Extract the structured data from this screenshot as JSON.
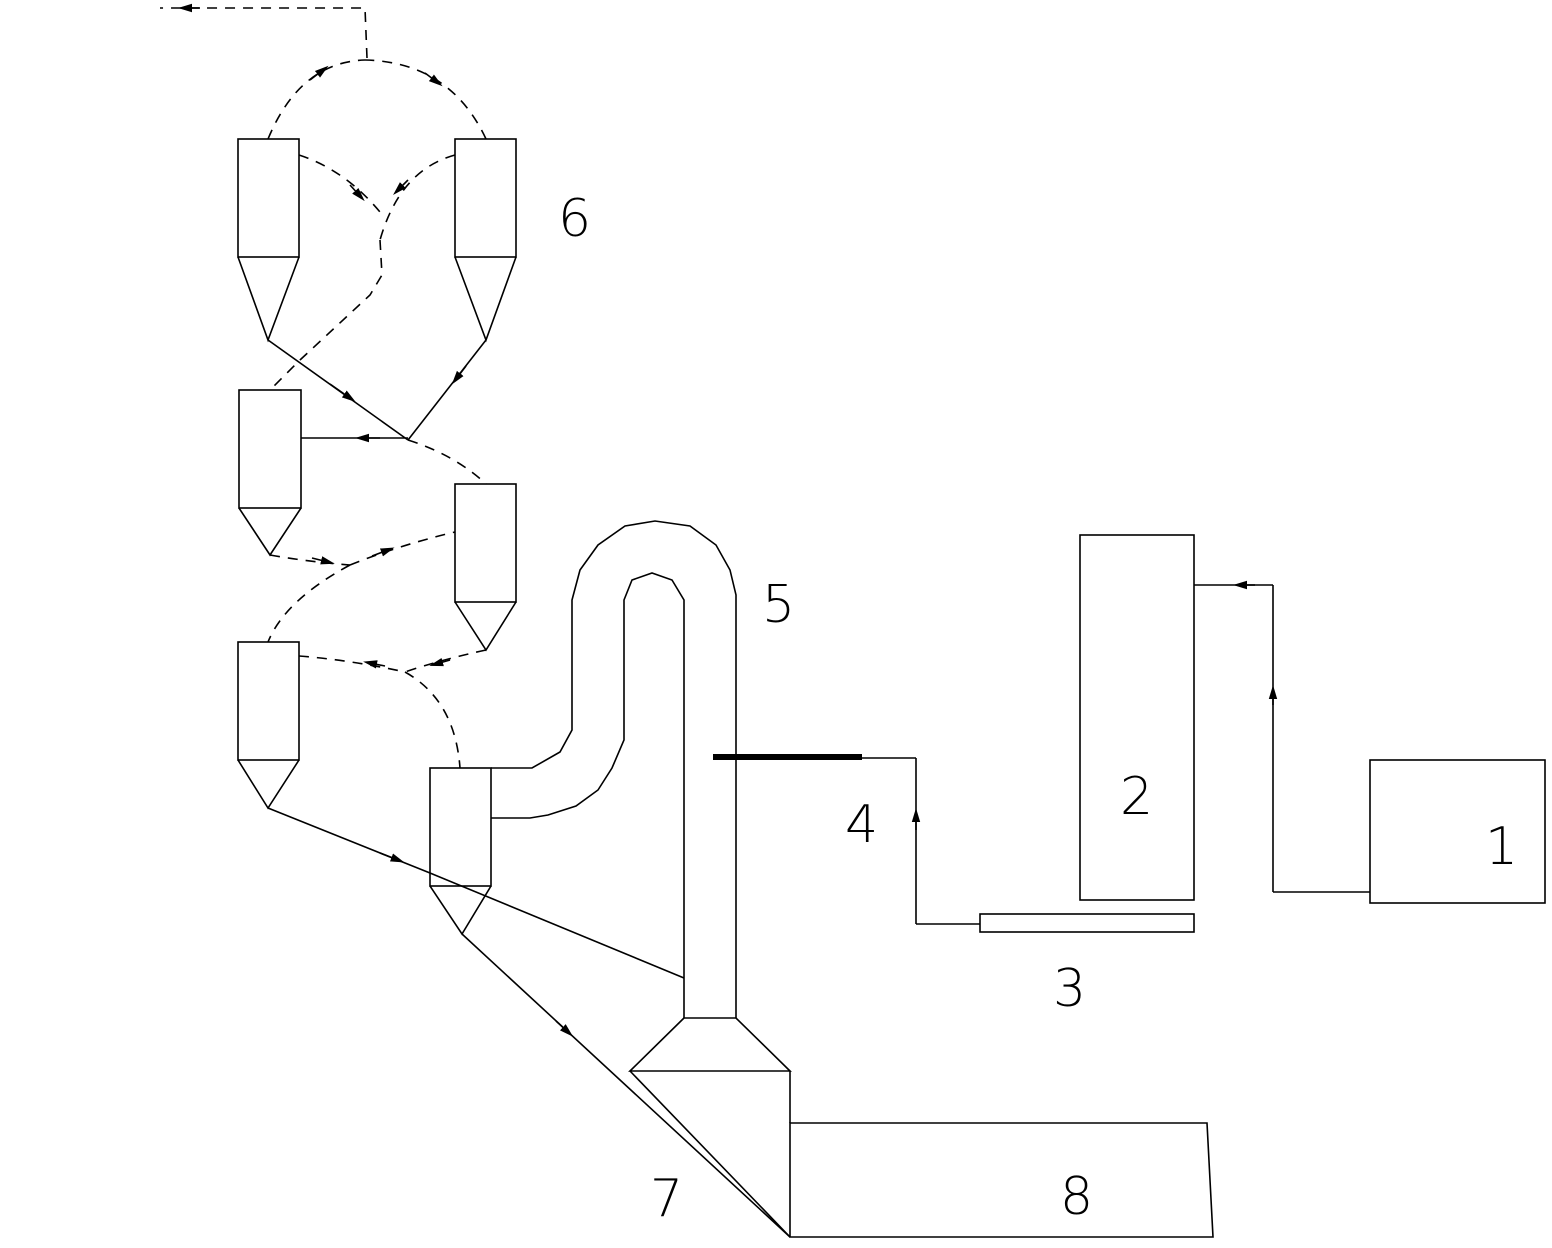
{
  "colors": {
    "stroke": "#000000",
    "background": "#ffffff"
  },
  "labels": {
    "n1": "1",
    "n2": "2",
    "n3": "3",
    "n4": "4",
    "n5": "5",
    "n6": "6",
    "n7": "7",
    "n8": "8"
  }
}
